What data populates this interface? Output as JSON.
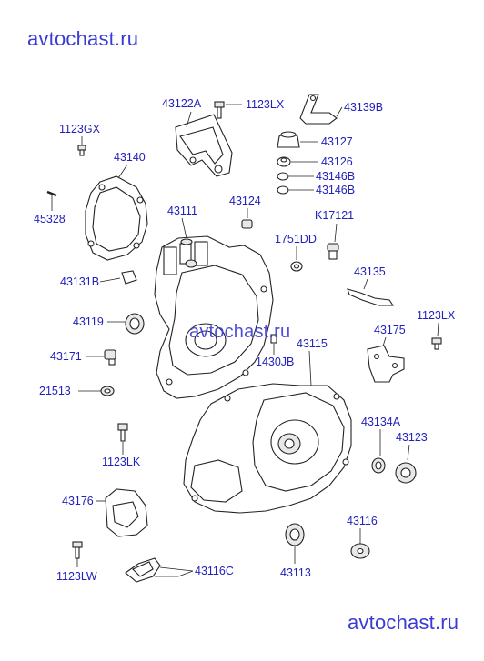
{
  "watermarks": {
    "top": "avtochast.ru",
    "middle": "avtochast.ru",
    "bottom": "avtochast.ru"
  },
  "labels": {
    "p43122A": "43122A",
    "p1123LX_top": "1123LX",
    "p43139B": "43139B",
    "p1123GX": "1123GX",
    "p43127": "43127",
    "p43140": "43140",
    "p43126": "43126",
    "p43146B_1": "43146B",
    "p43146B_2": "43146B",
    "p45328": "45328",
    "p43124": "43124",
    "p43111": "43111",
    "pK17121": "K17121",
    "p1751DD": "1751DD",
    "p43131B": "43131B",
    "p43135": "43135",
    "p43119": "43119",
    "p1123LX_right": "1123LX",
    "p43175": "43175",
    "p43115": "43115",
    "p43171": "43171",
    "p1430JB": "1430JB",
    "p21513": "21513",
    "p43134A": "43134A",
    "p43123": "43123",
    "p1123LK": "1123LK",
    "p43176": "43176",
    "p43116": "43116",
    "p1123LW": "1123LW",
    "p43113": "43113",
    "p43116C": "43116C"
  },
  "colors": {
    "label": "#2222bb",
    "watermark": "#3b3bd6",
    "line": "#222222"
  }
}
